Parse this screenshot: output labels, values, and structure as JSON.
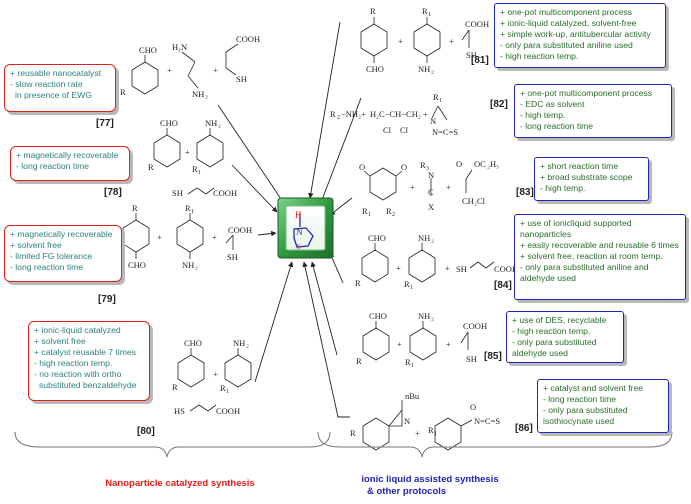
{
  "left_boxes": [
    {
      "lines": [
        "+ reusable nanocatalyst",
        "- slow reaction rate",
        "  in presence of EWG"
      ],
      "ref": "[77]"
    },
    {
      "lines": [
        "+ magnetically recoverable",
        "- long reaction time"
      ],
      "ref": "[78]"
    },
    {
      "lines": [
        "+ magnetically recoverable",
        "+ solvent free",
        "- limited FG tolerance",
        "- long reaction time"
      ],
      "ref": "[79]"
    },
    {
      "lines": [
        "+ ionic-liquid catalyzed",
        "+ solvent free",
        "+ catalyst reusable 7 times",
        "- high reaction temp.",
        "- no reaction with ortho",
        "  substituted benzaldehyde"
      ],
      "ref": "[80]"
    }
  ],
  "right_boxes": [
    {
      "lines": [
        "+ one-pot multicomponent process",
        "+ ionic-liquid catalyzed, solvent-free",
        "+ simple work-up, antitubercular activity",
        "- only para substituted aniline used",
        "- high reaction temp."
      ],
      "ref": "[81]"
    },
    {
      "lines": [
        "+ one-pot multicomponent process",
        "- EDC as solvent",
        "- high temp.",
        "- long reaction time"
      ],
      "ref": "[82]"
    },
    {
      "lines": [
        "+ short reaction time",
        "+ broad substrate scope",
        "- high temp."
      ],
      "ref": "[83]"
    },
    {
      "lines": [
        "+ use of ionicliquid supported",
        "nanoparticles",
        "+ easily recoverable and reusable 6 times",
        "+ solvent free, reaction at room temp.",
        "- only para substituted aniline and",
        "aldehyde used"
      ],
      "ref": "[84]"
    },
    {
      "lines": [
        "+ use of DES, recyclable",
        "- high reaction temp.",
        "- only para substituted",
        "aldehyde used"
      ],
      "ref": "[85]"
    },
    {
      "lines": [
        "+ catalyst and solvent free",
        "- long reaction time",
        "- only para substituted",
        "isothiocynate used"
      ],
      "ref": "[86]"
    }
  ],
  "captions": {
    "left": "Nanoparticle catalyzed synthesis",
    "right_line1": "ionic liquid assisted synthesis",
    "right_line2": "& other protocols"
  },
  "chem_labels": {
    "cho": "CHO",
    "nh2": "NH",
    "h2n": "H",
    "cooh": "COOH",
    "sh": "SH",
    "hs": "HS",
    "r": "R",
    "r1": "R",
    "r2": "R",
    "r3": "R",
    "x": "X",
    "n": "N",
    "c": "C",
    "s": "S",
    "o": "O",
    "cl": "Cl",
    "nbu": "nBu",
    "oc2h5": "OC",
    "ch2cl": "CH",
    "center_h": "H",
    "center_n": "N",
    "center_s": "S",
    "r2nh2": "R",
    "h2c": "H",
    "edc_cl1": "Cl",
    "edc_cl2": "Cl",
    "nco": "N=C=S",
    "x1": "X"
  },
  "colors": {
    "red_border": "#e0201a",
    "blue_border": "#2323b5",
    "center_green": "#2e8b3a"
  }
}
